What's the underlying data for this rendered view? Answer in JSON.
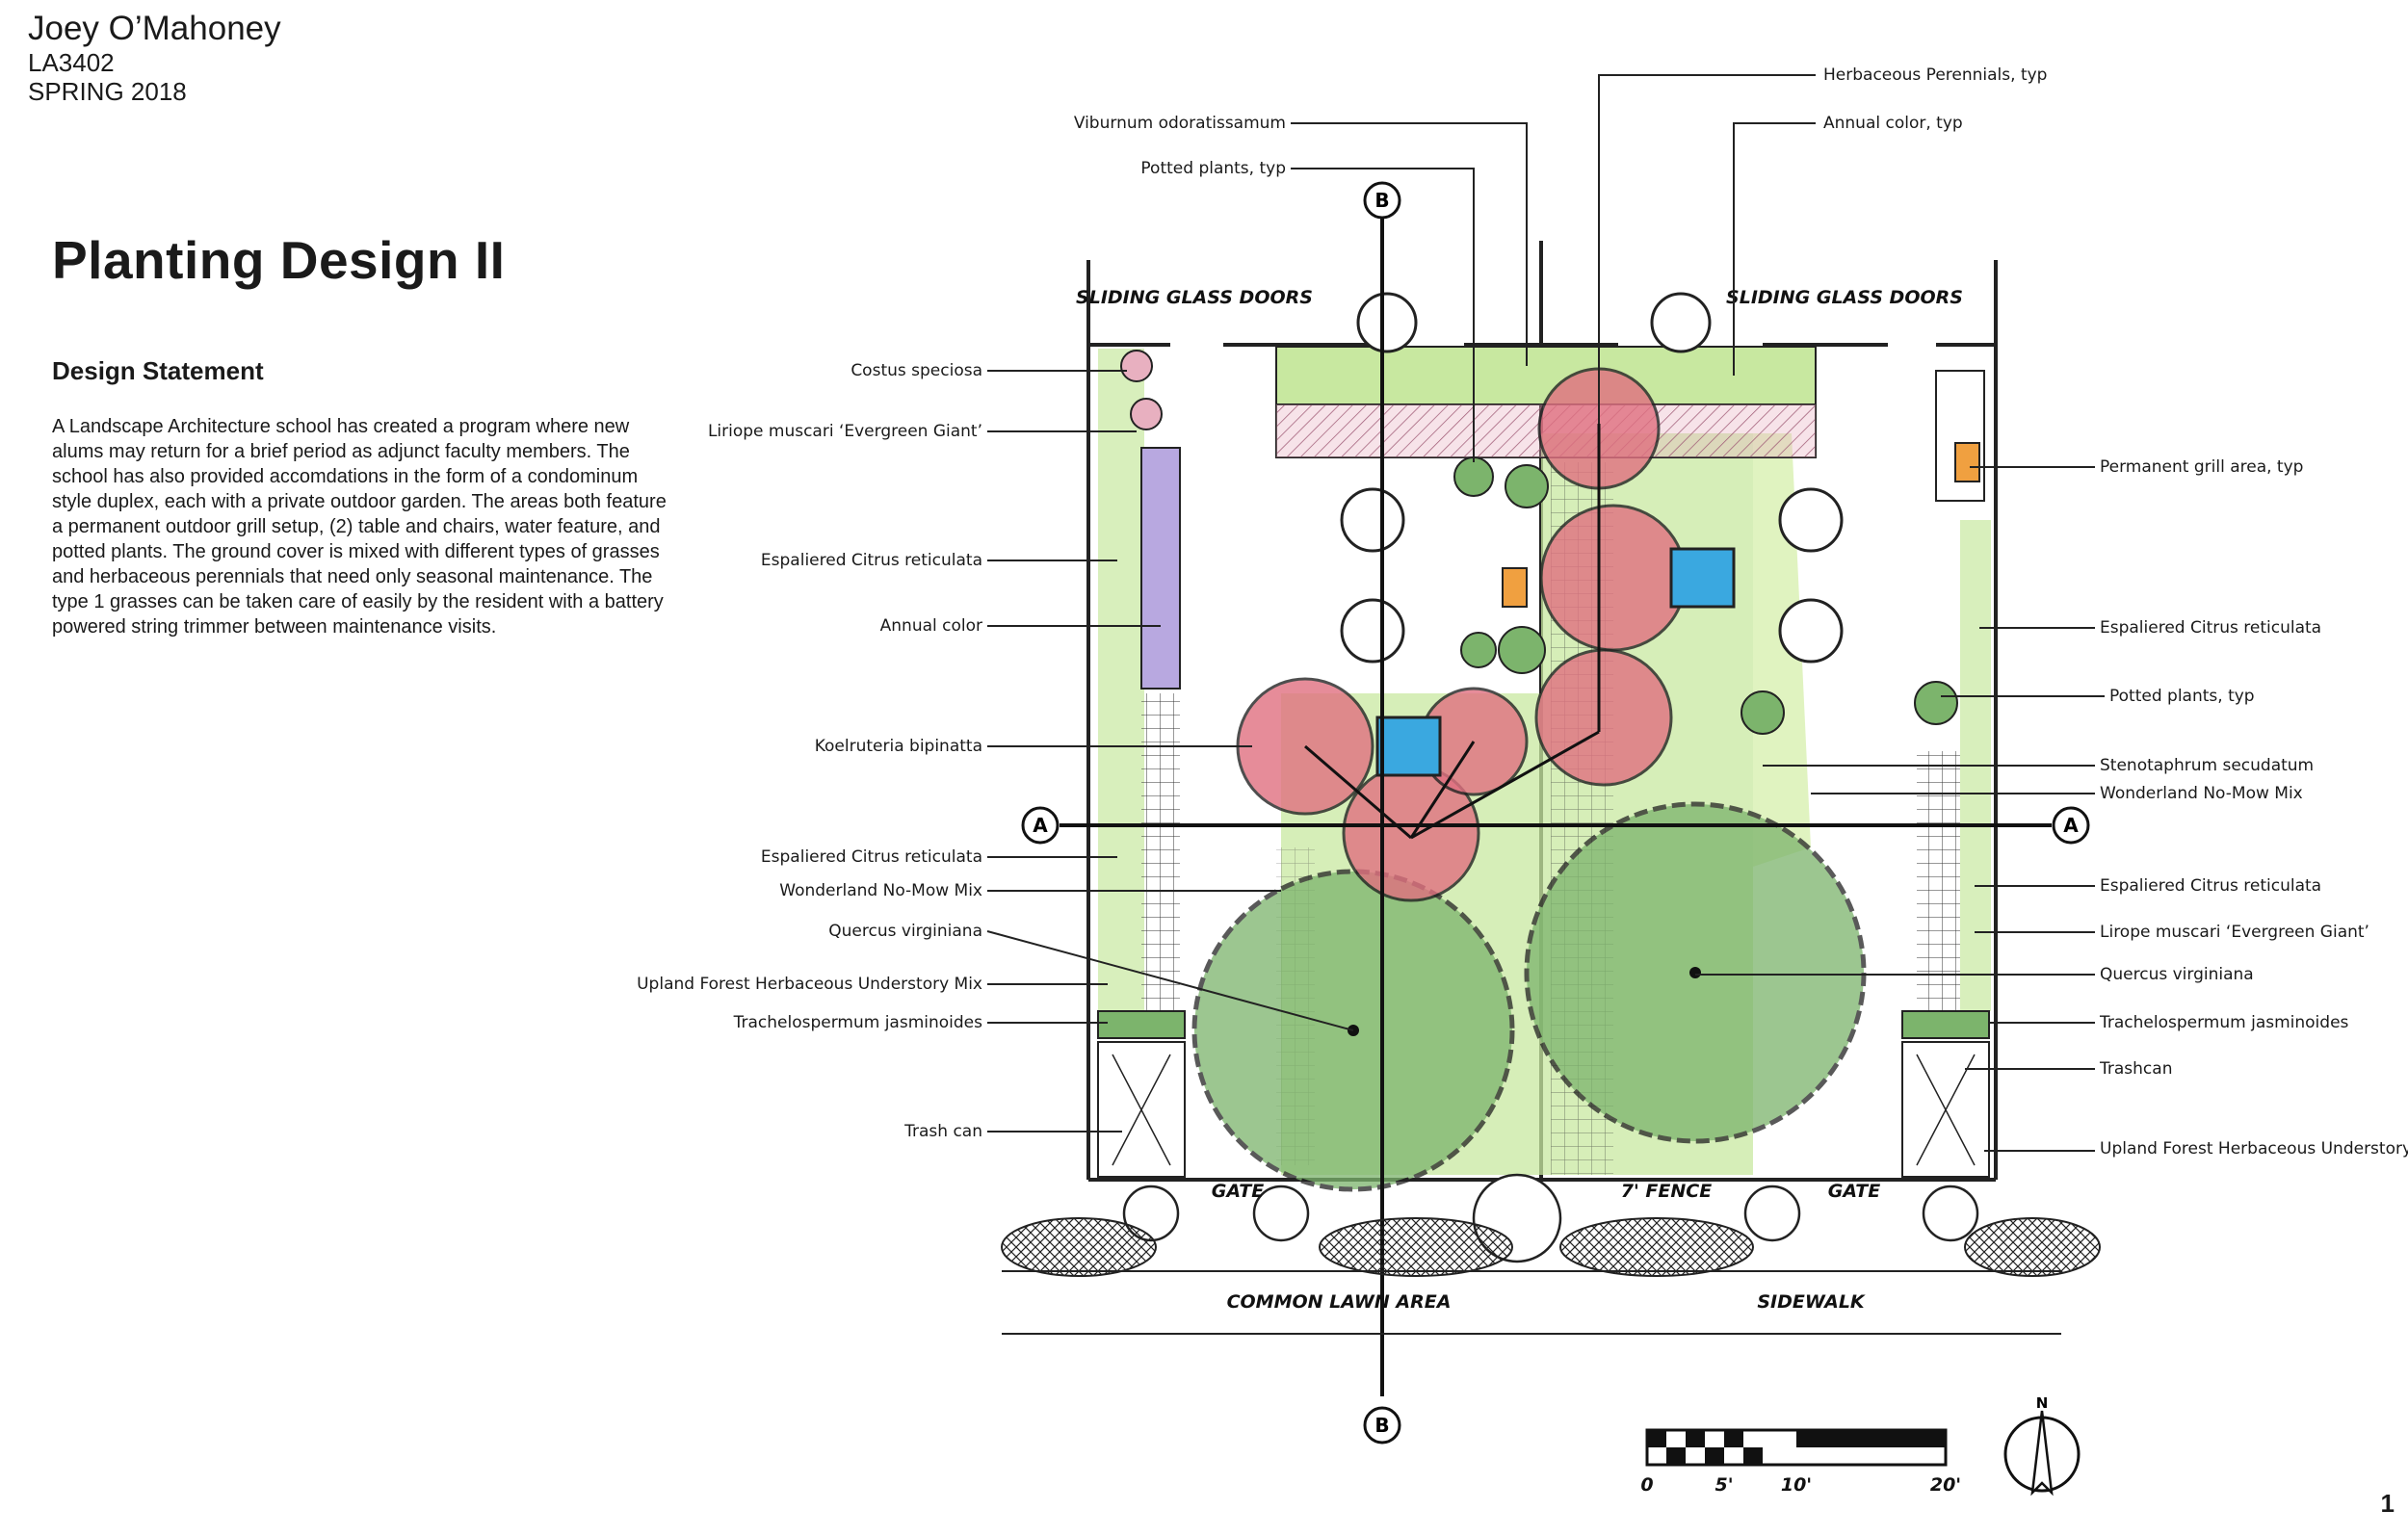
{
  "header": {
    "author": "Joey O’Mahoney",
    "course": "LA3402",
    "term": "SPRING 2018",
    "title": "Planting Design II"
  },
  "statement": {
    "heading": "Design Statement",
    "body": "A Landscape Architecture school has created a program where new alums may return for a brief period as adjunct faculty members. The school has also provided accomdations in the form of a condominum style duplex, each with a private outdoor garden. The areas both feature a permanent outdoor grill setup, (2) table and chairs, water feature, and potted plants. The ground cover is mixed with different types of grasses and herbaceous perennials that need only seasonal maintenance. The type 1 grasses can be taken care of easily by the resident with a battery powered string trimmer between maintenance visits."
  },
  "plan": {
    "labels_top": {
      "herbaceous": "Herbaceous Perennials, typ",
      "viburnum": "Viburnum odoratissamum",
      "annual_color_typ": "Annual color, typ",
      "potted_top": "Potted plants, typ"
    },
    "labels_left": {
      "costus": "Costus speciosa",
      "liriope_l": "Liriope muscari ‘Evergreen Giant’",
      "citrus_l1": "Espaliered Citrus reticulata",
      "annual_color": "Annual color",
      "koelruteria": "Koelruteria bipinatta",
      "citrus_l2": "Espaliered Citrus reticulata",
      "nomow_l": "Wonderland No-Mow Mix",
      "quercus_l": "Quercus virginiana",
      "upland_l": "Upland Forest Herbaceous Understory Mix",
      "trach_l": "Trachelospermum jasminoides",
      "trash_l": "Trash can"
    },
    "labels_right": {
      "grill": "Permanent grill area, typ",
      "citrus_r1": "Espaliered Citrus reticulata",
      "potted_r": "Potted plants, typ",
      "steno": "Stenotaphrum secudatum",
      "nomow_r": "Wonderland No-Mow Mix",
      "citrus_r2": "Espaliered Citrus reticulata",
      "liriope_r": "Lirope muscari ‘Evergreen Giant’",
      "quercus_r": "Quercus virginiana",
      "trach_r": "Trachelospermum jasminoides",
      "trashcan_r": "Trashcan",
      "upland_r": "Upland Forest Herbaceous Understory Mix"
    },
    "hand_notes": {
      "sliding_doors": "SLIDING GLASS DOORS",
      "gate": "GATE",
      "fence": "7' FENCE",
      "common_lawn": "COMMON LAWN AREA",
      "sidewalk": "SIDEWALK"
    },
    "section_markers": {
      "a": "A",
      "b": "B"
    },
    "scale_bar": [
      "0",
      "5'",
      "10'",
      "20'"
    ],
    "north": "N"
  },
  "footer": {
    "page": "1"
  },
  "colors": {
    "lawn_green": "#c8e8a0",
    "tree_green": "#7cb46c",
    "accent_red": "#e07080",
    "water_blue": "#3aa8e0",
    "lavender": "#b8a8e0"
  }
}
